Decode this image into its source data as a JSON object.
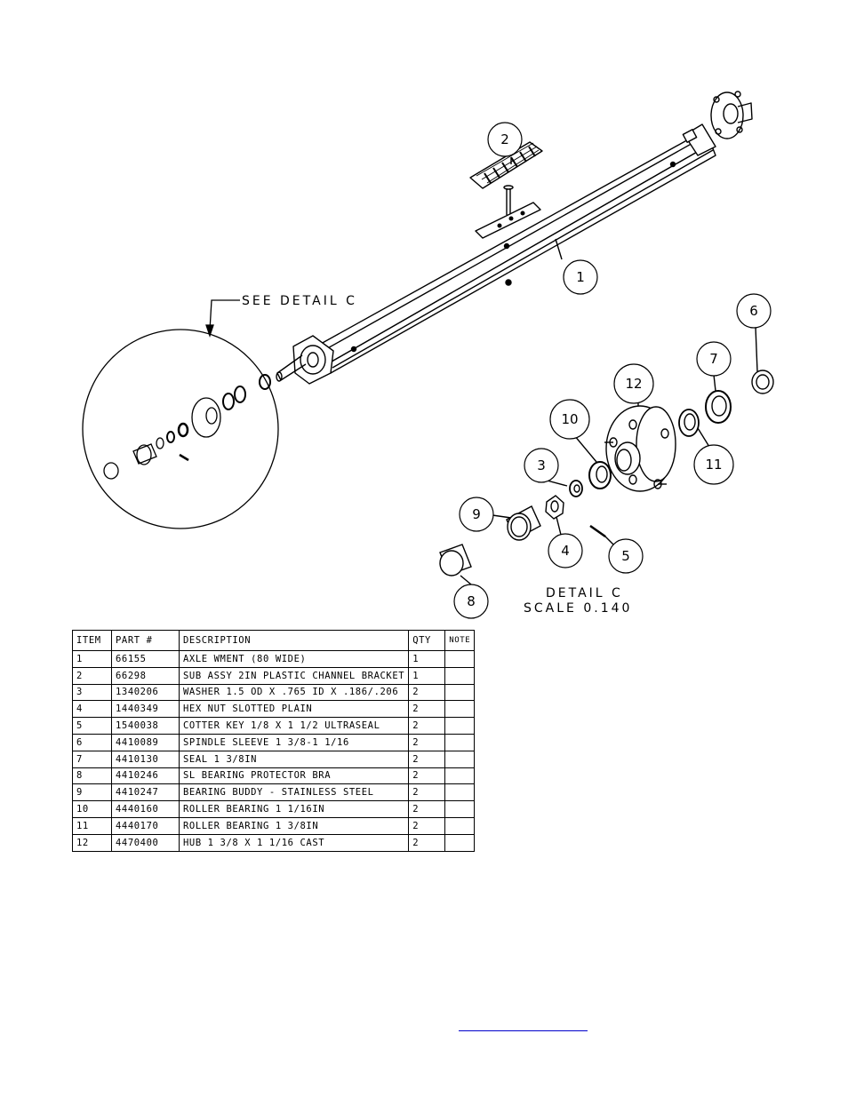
{
  "detail_callout": "SEE DETAIL  C",
  "detail_title": "DETAIL  C",
  "detail_scale": "SCALE  0.140",
  "balloons": {
    "b1": "1",
    "b2": "2",
    "b3": "3",
    "b4": "4",
    "b5": "5",
    "b6": "6",
    "b7": "7",
    "b8": "8",
    "b9": "9",
    "b10": "10",
    "b11": "11",
    "b12": "12"
  },
  "bom": {
    "headers": [
      "ITEM",
      "PART #",
      "DESCRIPTION",
      "QTY",
      "NOTE"
    ],
    "rows": [
      [
        "1",
        "66155",
        "AXLE WMENT (80 WIDE)",
        "1",
        ""
      ],
      [
        "2",
        "66298",
        "SUB ASSY 2IN PLASTIC CHANNEL BRACKET",
        "1",
        ""
      ],
      [
        "3",
        "1340206",
        "WASHER 1.5 OD X .765 ID X .186/.206",
        "2",
        ""
      ],
      [
        "4",
        "1440349",
        "HEX NUT SLOTTED PLAIN",
        "2",
        ""
      ],
      [
        "5",
        "1540038",
        "COTTER KEY 1/8 X 1 1/2 ULTRASEAL",
        "2",
        ""
      ],
      [
        "6",
        "4410089",
        "SPINDLE SLEEVE  1 3/8-1 1/16",
        "2",
        ""
      ],
      [
        "7",
        "4410130",
        "SEAL  1 3/8IN",
        "2",
        ""
      ],
      [
        "8",
        "4410246",
        "SL BEARING PROTECTOR BRA",
        "2",
        ""
      ],
      [
        "9",
        "4410247",
        "BEARING BUDDY - STAINLESS STEEL",
        "2",
        ""
      ],
      [
        "10",
        "4440160",
        "ROLLER BEARING   1 1/16IN",
        "2",
        ""
      ],
      [
        "11",
        "4440170",
        "ROLLER BEARING   1 3/8IN",
        "2",
        ""
      ],
      [
        "12",
        "4470400",
        "HUB  1 3/8 X 1 1/16 CAST",
        "2",
        ""
      ]
    ]
  }
}
